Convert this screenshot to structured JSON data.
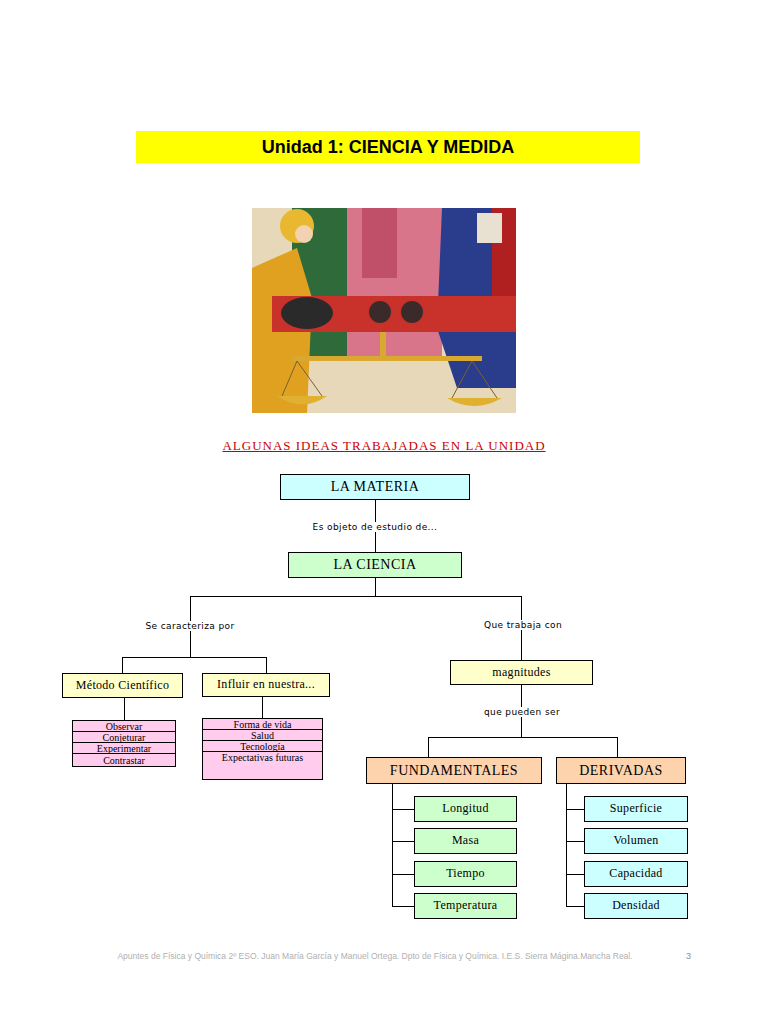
{
  "diagram": {
    "title": "Unidad 1: CIENCIA Y MEDIDA",
    "nodes": [
      {
        "text": [
          "LA MATERIA"
        ]
      },
      {
        "text": [
          "LA CIENCIA"
        ]
      },
      {
        "text": [
          "Método Científico"
        ]
      },
      {
        "text": [
          "Influir en nuestra..."
        ]
      },
      {
        "text": [
          "Observar"
        ]
      },
      {
        "text": [
          "Conjeturar"
        ]
      },
      {
        "text": [
          "Experimentar"
        ]
      },
      {
        "text": [
          "Contrastar"
        ]
      },
      {
        "text": [
          "Forma de vida"
        ]
      },
      {
        "text": [
          "Salud"
        ]
      },
      {
        "text": [
          "Tecnología"
        ]
      },
      {
        "text": [
          "Expectativas futuras"
        ]
      },
      {
        "text": [
          "magnitudes"
        ]
      },
      {
        "text": [
          "FUNDAMENTALES"
        ]
      },
      {
        "text": [
          "DERIVADAS"
        ]
      },
      {
        "text": [
          "Longitud"
        ]
      },
      {
        "text": [
          "Masa"
        ]
      },
      {
        "text": [
          "Tiempo"
        ]
      },
      {
        "text": [
          "Temperatura"
        ]
      },
      {
        "text": [
          "Superficie"
        ]
      },
      {
        "text": [
          "Volumen"
        ]
      },
      {
        "text": [
          "Capacidad"
        ]
      },
      {
        "text": [
          "Densidad"
        ]
      }
    ],
    "edges": [
      {
        "from": 0,
        "to": 1,
        "arrow": "none",
        "label": "Es objeto de estudio de..."
      },
      {
        "from": 1,
        "to": 2,
        "arrow": "none",
        "label": "Se caracteriza por"
      },
      {
        "from": 1,
        "to": 3,
        "arrow": "none"
      },
      {
        "from": 1,
        "to": 12,
        "arrow": "none",
        "label": "Que trabaja con"
      },
      {
        "from": 2,
        "to": 4,
        "arrow": "none"
      },
      {
        "from": 3,
        "to": 8,
        "arrow": "none"
      },
      {
        "from": 12,
        "to": 13,
        "arrow": "none",
        "label": "que pueden ser"
      },
      {
        "from": 12,
        "to": 14,
        "arrow": "none"
      },
      {
        "from": 13,
        "to": 15,
        "arrow": "none"
      },
      {
        "from": 13,
        "to": 16,
        "arrow": "none"
      },
      {
        "from": 13,
        "to": 17,
        "arrow": "none"
      },
      {
        "from": 13,
        "to": 18,
        "arrow": "none"
      },
      {
        "from": 14,
        "to": 19,
        "arrow": "none"
      },
      {
        "from": 14,
        "to": 20,
        "arrow": "none"
      },
      {
        "from": 14,
        "to": 21,
        "arrow": "none"
      },
      {
        "from": 14,
        "to": 22,
        "arrow": "none"
      }
    ],
    "labels": [
      "ALGUNAS IDEAS TRABAJADAS EN LA UNIDAD",
      "Apuntes de Física y Química 2º ESO. Juan María García y Manuel Ortega. Dpto de Física y Química. I.E.S. Sierra Mágina.Mancha Real.",
      "3"
    ]
  }
}
